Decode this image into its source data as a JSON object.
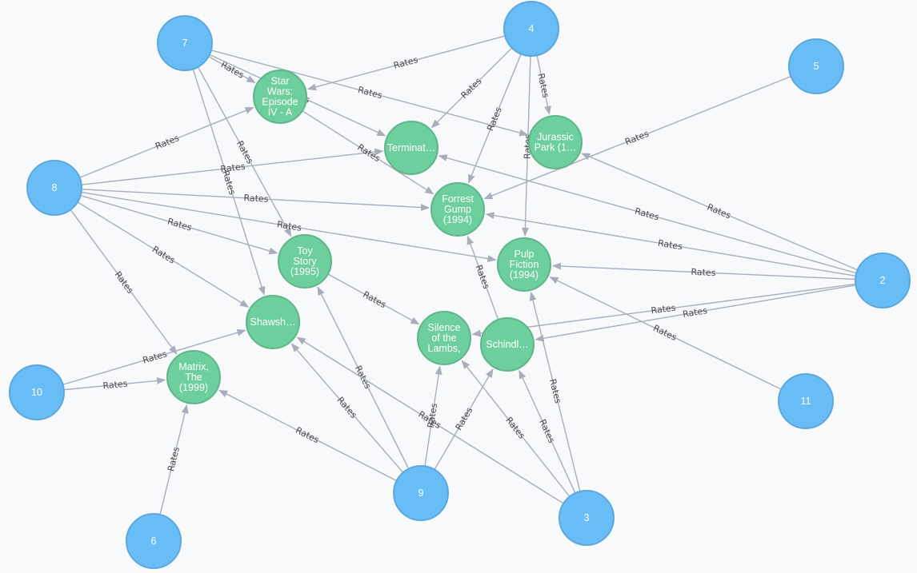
{
  "nodes": [
    {
      "id": "u2",
      "kind": "user",
      "label": [
        "2"
      ]
    },
    {
      "id": "u3",
      "kind": "user",
      "label": [
        "3"
      ]
    },
    {
      "id": "u4",
      "kind": "user",
      "label": [
        "4"
      ]
    },
    {
      "id": "u5",
      "kind": "user",
      "label": [
        "5"
      ]
    },
    {
      "id": "u6",
      "kind": "user",
      "label": [
        "6"
      ]
    },
    {
      "id": "u7",
      "kind": "user",
      "label": [
        "7"
      ]
    },
    {
      "id": "u8",
      "kind": "user",
      "label": [
        "8"
      ]
    },
    {
      "id": "u9",
      "kind": "user",
      "label": [
        "9"
      ]
    },
    {
      "id": "u10",
      "kind": "user",
      "label": [
        "10"
      ]
    },
    {
      "id": "u11",
      "kind": "user",
      "label": [
        "11"
      ]
    },
    {
      "id": "starwars",
      "kind": "movie",
      "label": [
        "Star",
        "Wars:",
        "Episode",
        "IV - A"
      ]
    },
    {
      "id": "terminator",
      "kind": "movie",
      "label": [
        "Terminat…"
      ]
    },
    {
      "id": "jurassic",
      "kind": "movie",
      "label": [
        "Jurassic",
        "Park (1…"
      ]
    },
    {
      "id": "forrest",
      "kind": "movie",
      "label": [
        "Forrest",
        "Gump",
        "(1994)"
      ]
    },
    {
      "id": "toystory",
      "kind": "movie",
      "label": [
        "Toy",
        "Story",
        "(1995)"
      ]
    },
    {
      "id": "pulp",
      "kind": "movie",
      "label": [
        "Pulp",
        "Fiction",
        "(1994)"
      ]
    },
    {
      "id": "shawshank",
      "kind": "movie",
      "label": [
        "Shawsh…"
      ]
    },
    {
      "id": "silence",
      "kind": "movie",
      "label": [
        "Silence",
        "of the",
        "Lambs,"
      ]
    },
    {
      "id": "schindler",
      "kind": "movie",
      "label": [
        "Schindl…"
      ]
    },
    {
      "id": "matrix",
      "kind": "movie",
      "label": [
        "Matrix,",
        "The",
        "(1999)"
      ]
    }
  ],
  "edge_label": "Rates",
  "edges": [
    [
      "u7",
      "starwars"
    ],
    [
      "u7",
      "terminator"
    ],
    [
      "u7",
      "jurassic"
    ],
    [
      "u7",
      "toystory"
    ],
    [
      "u7",
      "shawshank"
    ],
    [
      "u4",
      "starwars"
    ],
    [
      "u4",
      "terminator"
    ],
    [
      "u4",
      "forrest"
    ],
    [
      "u4",
      "jurassic"
    ],
    [
      "u4",
      "pulp"
    ],
    [
      "u8",
      "starwars"
    ],
    [
      "u8",
      "terminator"
    ],
    [
      "u8",
      "forrest"
    ],
    [
      "u8",
      "pulp"
    ],
    [
      "u8",
      "toystory"
    ],
    [
      "u8",
      "shawshank"
    ],
    [
      "u8",
      "matrix"
    ],
    [
      "u5",
      "forrest"
    ],
    [
      "u2",
      "terminator"
    ],
    [
      "u2",
      "jurassic"
    ],
    [
      "u2",
      "forrest"
    ],
    [
      "u2",
      "pulp"
    ],
    [
      "u2",
      "silence"
    ],
    [
      "u2",
      "schindler"
    ],
    [
      "starwars",
      "forrest"
    ],
    [
      "toystory",
      "silence"
    ],
    [
      "schindler",
      "forrest"
    ],
    [
      "u11",
      "pulp"
    ],
    [
      "u10",
      "matrix"
    ],
    [
      "u10",
      "shawshank"
    ],
    [
      "u6",
      "matrix"
    ],
    [
      "u9",
      "matrix"
    ],
    [
      "u9",
      "shawshank"
    ],
    [
      "u9",
      "toystory"
    ],
    [
      "u9",
      "silence"
    ],
    [
      "u9",
      "schindler"
    ],
    [
      "u3",
      "shawshank"
    ],
    [
      "u3",
      "silence"
    ],
    [
      "u3",
      "schindler"
    ],
    [
      "u3",
      "pulp"
    ]
  ]
}
